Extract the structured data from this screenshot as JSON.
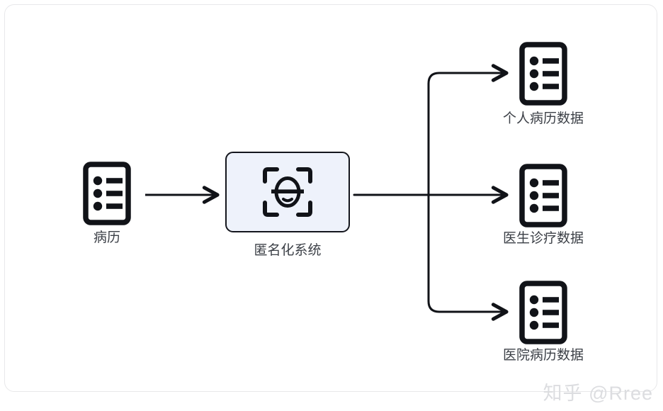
{
  "diagram": {
    "title_present": false,
    "background_color": "#ffffff",
    "card_border_color": "#e8e8ea",
    "line_color": "#111318",
    "label_color": "#3c4047",
    "system_box_fill": "#eef2fb",
    "system_box_border": "#14161d",
    "input": {
      "icon": "document-list-icon",
      "label": "病历"
    },
    "process": {
      "icon": "face-scan-anonymize-icon",
      "label": "匿名化系统"
    },
    "outputs": [
      {
        "icon": "document-list-icon",
        "label": "个人病历数据"
      },
      {
        "icon": "document-list-icon",
        "label": "医生诊疗数据"
      },
      {
        "icon": "document-list-icon",
        "label": "医院病历数据"
      }
    ],
    "connectors": [
      {
        "from": "病历",
        "to": "匿名化系统",
        "style": "straight-arrow"
      },
      {
        "from": "匿名化系统",
        "to": "split-junction",
        "style": "straight-line"
      },
      {
        "from": "split-junction",
        "to": "个人病历数据",
        "style": "elbow-arrow-up"
      },
      {
        "from": "split-junction",
        "to": "医生诊疗数据",
        "style": "straight-arrow"
      },
      {
        "from": "split-junction",
        "to": "医院病历数据",
        "style": "elbow-arrow-down"
      }
    ]
  },
  "watermark": {
    "text": "知乎 @Rree"
  }
}
